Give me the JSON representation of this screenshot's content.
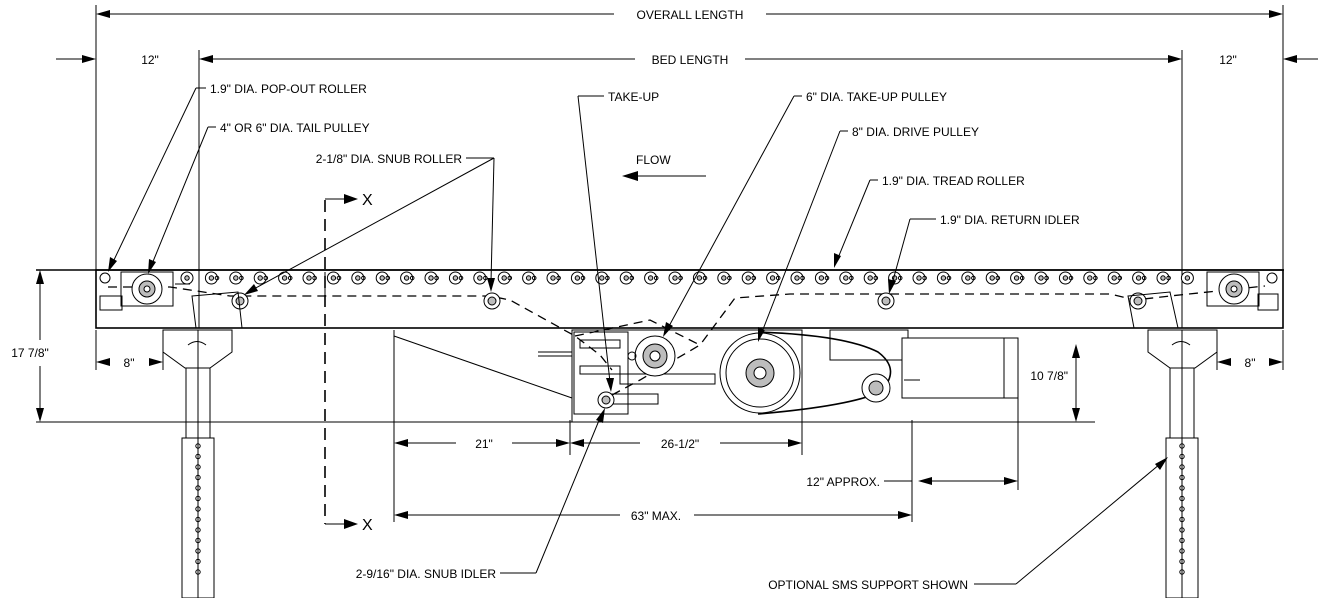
{
  "dimensions": {
    "overall_length": "OVERALL LENGTH",
    "bed_length": "BED LENGTH",
    "left_overhang": "12\"",
    "right_overhang": "12\"",
    "height": "17 7/8\"",
    "left_leg_offset": "8\"",
    "right_leg_offset": "8\"",
    "drive_height": "10 7/8\"",
    "dim_21": "21\"",
    "dim_26_half": "26-1/2\"",
    "twelve_approx": "12\" APPROX.",
    "sixty_three_max": "63\" MAX."
  },
  "labels": {
    "popout_roller": "1.9\" DIA. POP-OUT ROLLER",
    "tail_pulley": "4\" OR 6\" DIA. TAIL PULLEY",
    "snub_roller": "2-1/8\" DIA. SNUB ROLLER",
    "take_up": "TAKE-UP",
    "take_up_pulley": "6\" DIA. TAKE-UP PULLEY",
    "drive_pulley": "8\" DIA. DRIVE PULLEY",
    "flow": "FLOW",
    "tread_roller": "1.9\" DIA. TREAD ROLLER",
    "return_idler": "1.9\" DIA. RETURN IDLER",
    "snub_idler": "2-9/16\" DIA. SNUB IDLER",
    "sms_support": "OPTIONAL SMS SUPPORT SHOWN",
    "section_top": "X",
    "section_bottom": "X"
  }
}
